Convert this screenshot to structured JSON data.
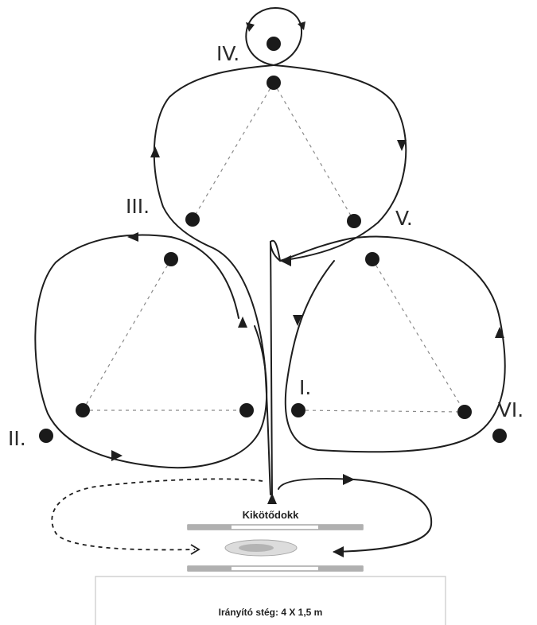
{
  "buoys": [
    {
      "id": "IV",
      "label": "IV."
    },
    {
      "id": "III",
      "label": "III."
    },
    {
      "id": "V",
      "label": "V."
    },
    {
      "id": "I",
      "label": "I."
    },
    {
      "id": "II",
      "label": "II."
    },
    {
      "id": "VI",
      "label": "VI."
    }
  ],
  "dock": {
    "label": "Kikötődokk"
  },
  "control_pier": {
    "label": "Irányító stég: 4 X 1,5 m"
  },
  "colors": {
    "line": "#1e1e1e",
    "buoy": "#1a1a1a",
    "guide": "#8a8a8a",
    "dock_rail": "#9a9a9a"
  }
}
